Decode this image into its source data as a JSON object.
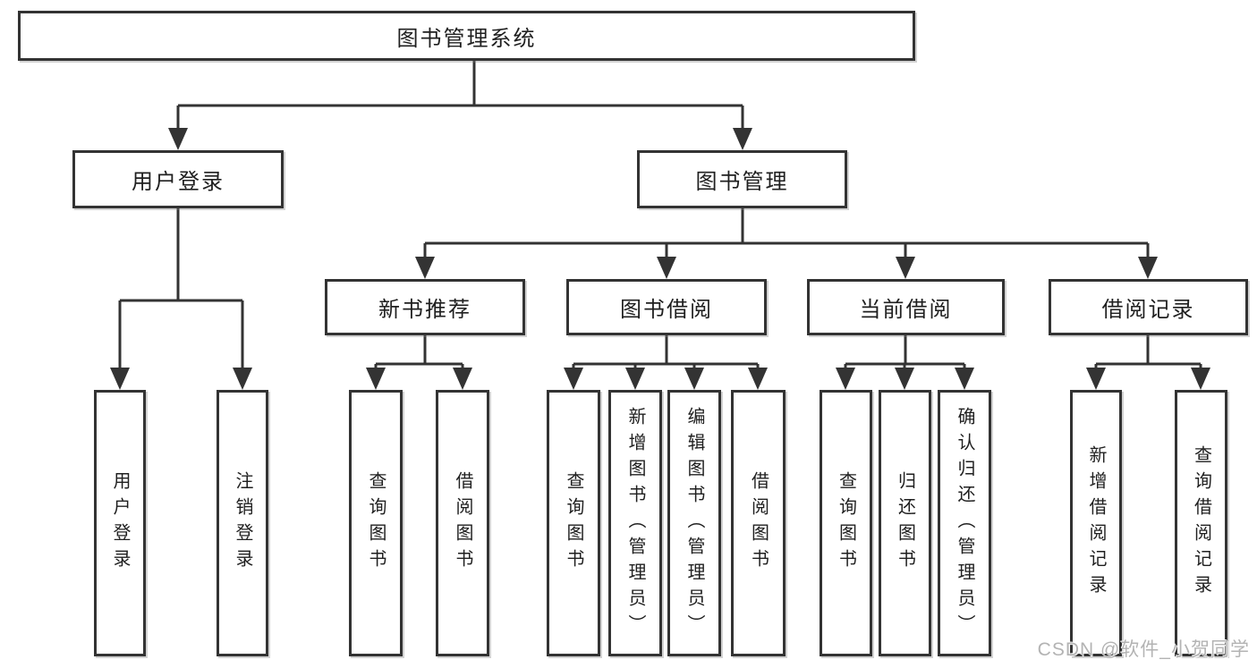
{
  "diagram": {
    "root": {
      "label": "图书管理系统"
    },
    "level2": [
      {
        "label": "用户登录"
      },
      {
        "label": "图书管理"
      }
    ],
    "level3": [
      {
        "label": "新书推荐"
      },
      {
        "label": "图书借阅"
      },
      {
        "label": "当前借阅"
      },
      {
        "label": "借阅记录"
      }
    ],
    "leaves": {
      "user_login": [
        "用户登录",
        "注销登录"
      ],
      "new_book_recommend": [
        "查询图书",
        "借阅图书"
      ],
      "book_borrow": [
        "查询图书",
        "新增图书（管理员）",
        "编辑图书（管理员）",
        "借阅图书"
      ],
      "current_borrow": [
        "查询图书",
        "归还图书",
        "确认归还（管理员）"
      ],
      "borrow_records": [
        "新增借阅记录",
        "查询借阅记录"
      ]
    }
  },
  "watermark": {
    "text": "CSDN @软件_小贺同学"
  },
  "colors": {
    "line": "#333333",
    "text": "#1f1f1f",
    "watermark": "#b3b3b3",
    "background": "#ffffff"
  }
}
